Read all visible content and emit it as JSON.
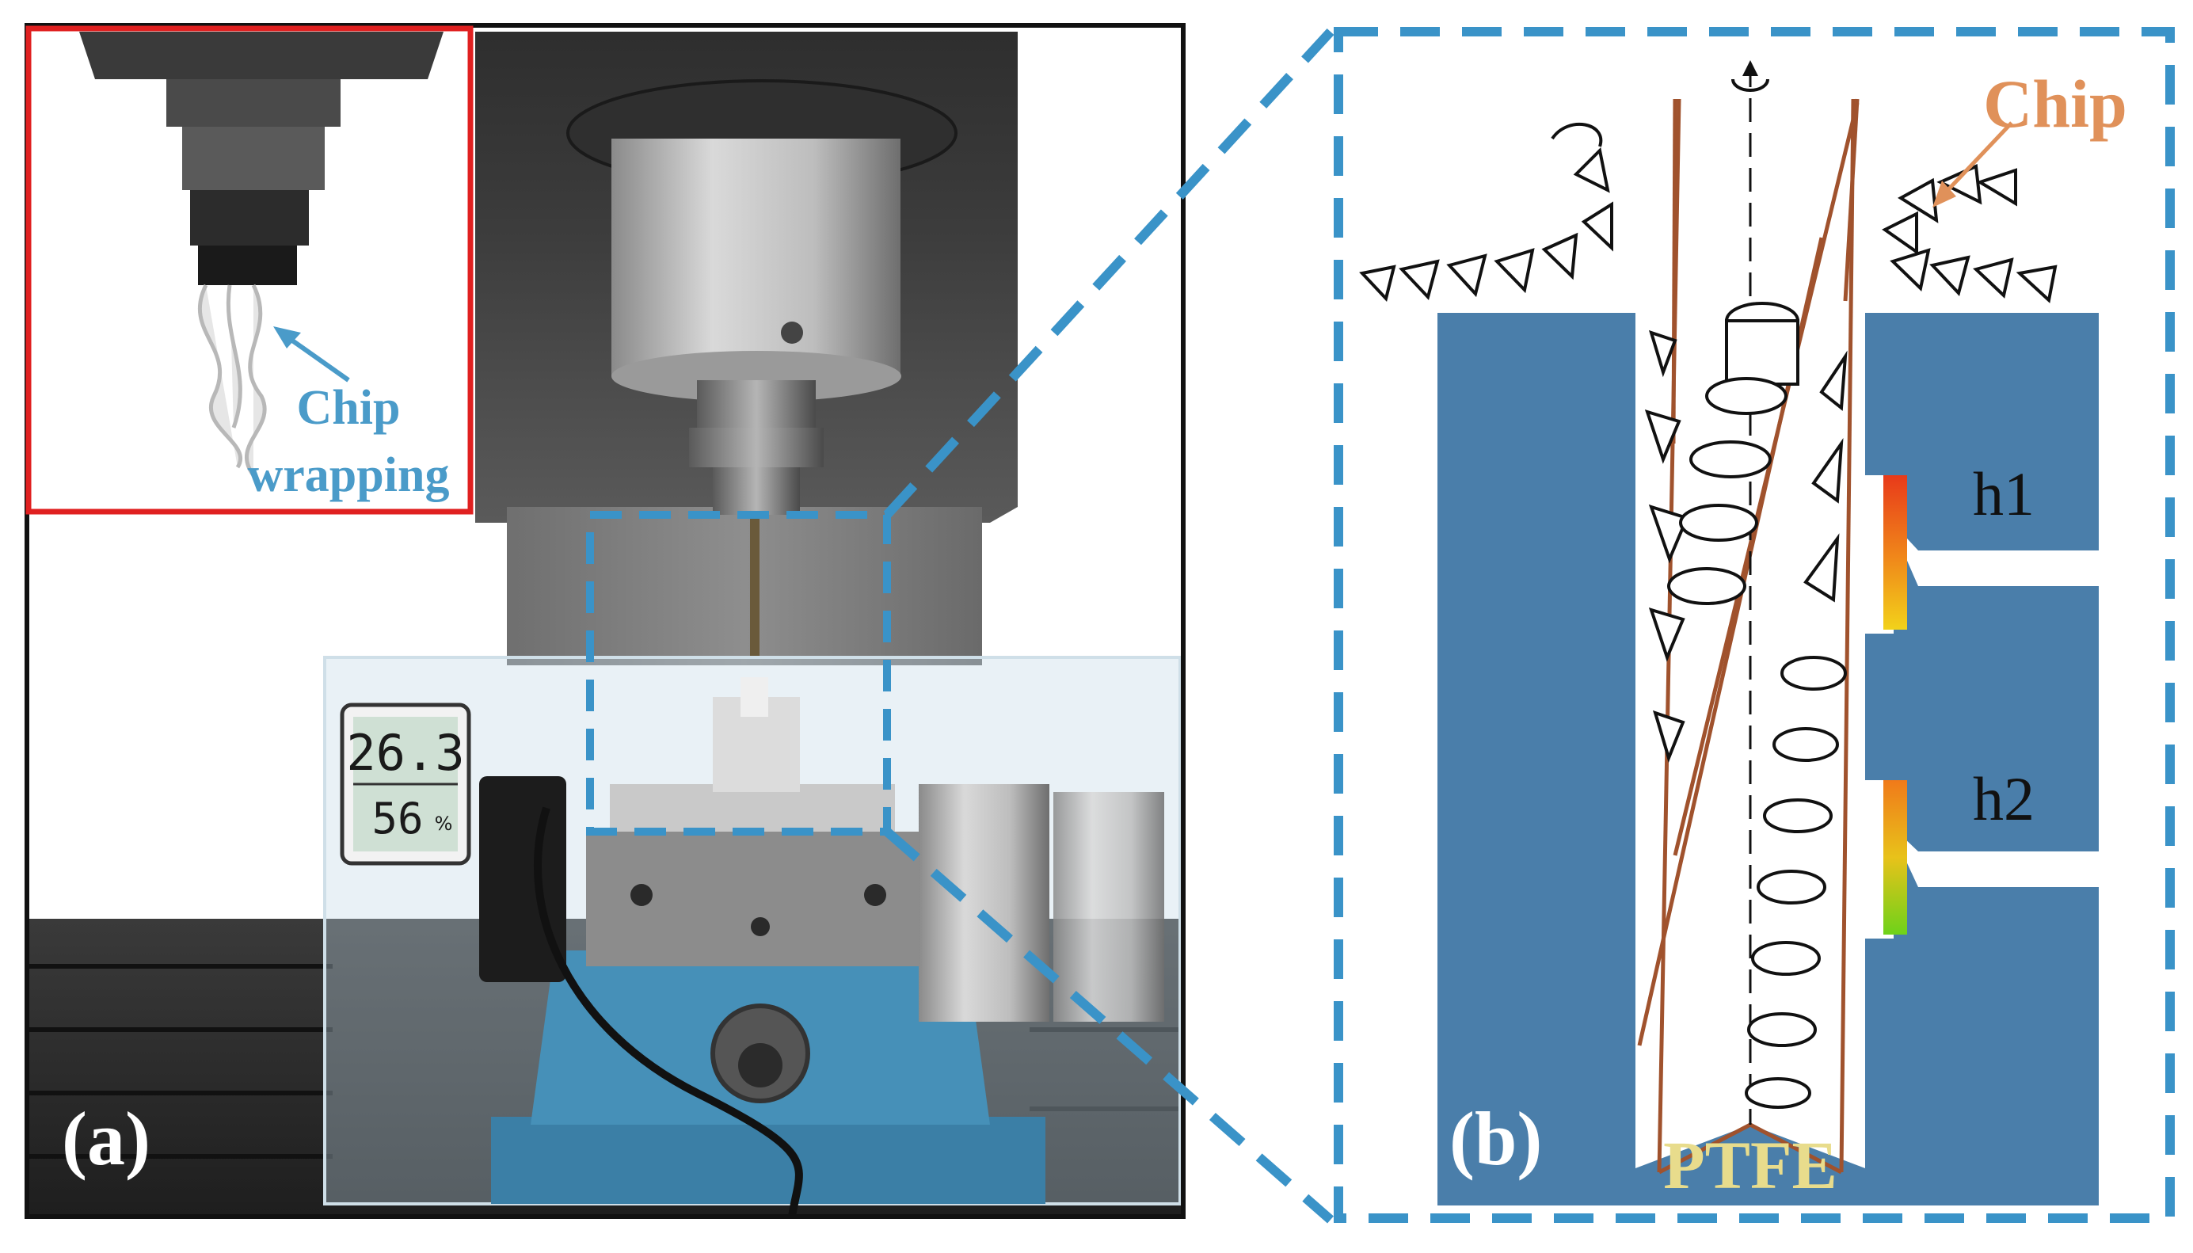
{
  "panel_a": {
    "label": "(a)",
    "inset": {
      "annotation_line1": "Chip",
      "annotation_line2": "wrapping"
    },
    "thermometer": {
      "temperature": "26.3",
      "humidity": "56",
      "humidity_unit": "%"
    }
  },
  "panel_b": {
    "label": "(b)",
    "chip_label": "Chip",
    "sensor_1": "h1",
    "sensor_2": "h2",
    "material": "PTFE"
  },
  "colors": {
    "frame_dark": "#111111",
    "inset_border": "#e02020",
    "zoom_dash": "#3a93c8",
    "annotation_blue": "#4a9bc9",
    "chip_orange": "#e0915a",
    "workpiece_blue": "#4a7eaa",
    "ptfe_yellow": "#e8dc8c",
    "drill_brown": "#a0522d",
    "vise_blue": "#3b7fa6"
  }
}
